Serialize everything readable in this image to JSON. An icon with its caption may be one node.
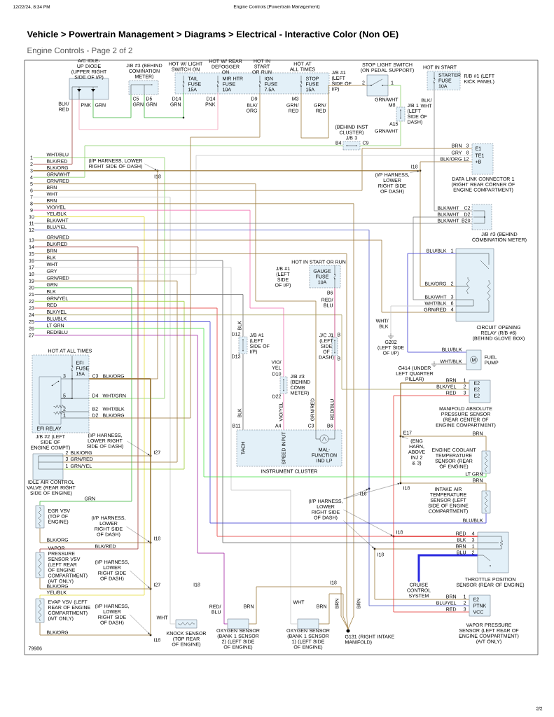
{
  "diagram": {
    "title": "Vehicle > Powertrain Management > Diagrams > Electrical - Interactive Color (Non OE)",
    "nodes": [
      {
        "text": [
          "A/C IDLE-UP DIODE (UPPER RIGHT SIDE OF I/P)"
        ]
      },
      {
        "text": [
          "J/B #3 (BEHIND COMINATION METER)"
        ]
      },
      {
        "text": [
          "J/B #1 (LEFT SIDE OF I/P)"
        ]
      },
      {
        "text": [
          "TAIL FUSE 15A"
        ],
        "in": 2
      },
      {
        "text": [
          "MIR HTR FUSE 10A"
        ],
        "in": 2
      },
      {
        "text": [
          "IGN FUSE 7.5A"
        ],
        "in": 2
      },
      {
        "text": [
          "STOP FUSE 15A"
        ],
        "in": 2
      },
      {
        "text": [
          "STOP LIGHT SWITCH (ON PEDAL SUPPORT)"
        ]
      },
      {
        "text": [
          "J/B 1 (LEFT SIDE OF DASH)"
        ]
      },
      {
        "text": [
          "R/B #1 (LEFT KICK PANEL)"
        ]
      },
      {
        "text": [
          "STARTER FUSE 10A"
        ],
        "in": 9
      },
      {
        "text": [
          "(BEHIND INST CLUSTER) J/B 3"
        ]
      },
      {
        "text": [
          "E1",
          "TE1",
          "+B",
          "DATA LINK CONNECTOR 1 (RIGHT REAR CORNER OF ENGINE COMPARTMENT)"
        ]
      },
      {
        "text": [
          "J/B #3 (BEHIND COMBINATION METER)"
        ]
      },
      {
        "text": [
          "CIRCUIT OPENING RELAY (R/B #6) (BEHIND GLOVE BOX)"
        ]
      },
      {
        "text": [
          "M"
        ],
        "beside": [
          "FUEL PUMP"
        ]
      },
      {
        "text": [
          "G202 (LEFT SIDE OF I/P)"
        ]
      },
      {
        "text": [
          "G414 (UNDER LEFT QUARTER PILLAR)"
        ]
      },
      {
        "text": [
          "HOT IN START OR RUN",
          "GAUGE FUSE 10A"
        ],
        "beside": [
          "J/B #1 (LEFT SIDE OF I/P)"
        ]
      },
      {
        "text": [
          "J/C J1 (LEFT SIDE OF DASH)"
        ]
      },
      {
        "text": [
          "J/B #1 (LEFT SIDE OF I/P)"
        ]
      },
      {
        "text": [
          "J/B #3 (BEHIND COMB METER)"
        ]
      },
      {
        "text": [
          "TACH",
          "SPEED INPUT",
          "MAL-FUNCTION IND LP",
          "INSTRUMENT CLUSTER"
        ]
      },
      {
        "text": [
          "E2",
          "E2",
          "E2",
          "MANIFOLD ABSOLUTE PRESSURE SENSOR (REAR CENTER OF ENGINE COMPARTMENT)"
        ]
      },
      {
        "text": [
          "ENGINE COOLANT TEMPERATURE SENSOR (REAR OF ENGINE)"
        ]
      },
      {
        "text": [
          "INTAKE AIR TEMPERATURE SENSOR (LEFT SIDE OF ENGINE COMPARTMENT)"
        ]
      },
      {
        "text": [
          "THROTTLE POSITION SENSOR (REAR OF ENGINE)"
        ]
      },
      {
        "text": [
          "CRUISE CONTROL SYSTEM"
        ]
      },
      {
        "text": [
          "E2",
          "PTNK",
          "VCC",
          "VAPOR PRESSURE SENSOR (LEFT REAR OF ENGINE COMPARTMENT) (A/T ONLY)"
        ]
      },
      {
        "text": [
          "HOT AT ALL TIMES",
          "J/B #2 (LEFT SIDE OF ENGINE COMPT)"
        ]
      },
      {
        "text": [
          "EFI FUSE 15A"
        ],
        "in": 29
      },
      {
        "text": [
          "EFI RELAY"
        ],
        "in": 29
      },
      {
        "text": [
          "IDLE AIR CONTROL VALVE (REAR RIGHT SIDE OF ENGINE)"
        ]
      },
      {
        "text": [
          "EGR VSV (TOP OF ENGINE)"
        ]
      },
      {
        "text": [
          "VAPOR PRESSURE SENSOR VSV (LEFT REAR OF ENGINE COMPARTMENT) (A/T ONLY)"
        ]
      },
      {
        "text": [
          "EVAP VSV (LEFT REAR OF ENGINE COMPARTMENT) (A/T ONLY)"
        ]
      },
      {
        "text": [
          "KNOCK SENSOR (TOP REAR OF ENGINE)"
        ]
      },
      {
        "text": [
          "OXYGEN SENSOR (BANK 1 SENSOR 2) (LEFT SIDE OF ENGINE)"
        ]
      },
      {
        "text": [
          "OXYGEN SENSOR (BANK 1 SENSOR 1) (LEFT SIDE OF ENGINE)"
        ]
      },
      {
        "text": [
          "G131 (RIGHT INTAKE MANIFOLD)"
        ]
      },
      {
        "text": [
          "1",
          "WHT/BLU"
        ]
      },
      {
        "text": [
          "2",
          "BLK/RED"
        ]
      },
      {
        "text": [
          "3",
          "BLK/ORG"
        ]
      },
      {
        "text": [
          "4",
          "GRN/WHT"
        ]
      },
      {
        "text": [
          "5",
          "GRN/RED"
        ]
      },
      {
        "text": [
          "6",
          "BRN"
        ]
      },
      {
        "text": [
          "7",
          "WHT"
        ]
      },
      {
        "text": [
          "8",
          "BRN"
        ]
      },
      {
        "text": [
          "9",
          "VIO/YEL"
        ]
      },
      {
        "text": [
          "10",
          "YEL/BLK"
        ]
      },
      {
        "text": [
          "11",
          "BLK/WHT"
        ]
      },
      {
        "text": [
          "12",
          "BLU/YEL"
        ]
      },
      {
        "text": [
          "13",
          "GRN/RED"
        ]
      },
      {
        "text": [
          "14",
          "BLK/RED"
        ]
      },
      {
        "text": [
          "15",
          "BRN"
        ]
      },
      {
        "text": [
          "16",
          "BLK"
        ]
      },
      {
        "text": [
          "17",
          "WHT"
        ]
      },
      {
        "text": [
          "18",
          "GRY"
        ]
      },
      {
        "text": [
          "19",
          "GRN/RED"
        ]
      },
      {
        "text": [
          "20",
          "GRN"
        ]
      },
      {
        "text": [
          "21",
          "BLK"
        ]
      },
      {
        "text": [
          "22",
          "GRN/YEL"
        ]
      },
      {
        "text": [
          "23",
          "RED"
        ]
      },
      {
        "text": [
          "24",
          "BLK/YEL"
        ]
      },
      {
        "text": [
          "25",
          "BLU/BLK"
        ]
      },
      {
        "text": [
          "26",
          "LT GRN"
        ]
      },
      {
        "text": [
          "27",
          "RED/BLU"
        ]
      },
      {
        "text": [
          "(I/P HARNESS, LOWER RIGHT SIDE OF DASH)"
        ]
      },
      {
        "text": [
          "(I/P HARNESS, LOWER RIGHT SIDE OF DASH)"
        ]
      },
      {
        "text": [
          "(I/P HARNESS, LOWER RIGHT SIDE OF DASH)"
        ]
      },
      {
        "text": [
          "(I/P HARNESS, LOWER RIGHT SIDE OF DASH)"
        ]
      },
      {
        "text": [
          "(I/P HARNESS, LOWER RIGHT SIDE OF DASH)"
        ]
      },
      {
        "text": [
          "(I/P HARNESS, LOWER RIGHT SIDE OF DASH)"
        ]
      },
      {
        "text": [
          "(ENG HARN, ABOVE INJ 2 & 3)"
        ]
      },
      {
        "text": [
          "(I/P HARNESS, LOWER RIGHT SIDE OF DASH)"
        ]
      },
      {
        "text": [
          "I18"
        ]
      },
      {
        "text": [
          "I18"
        ]
      },
      {
        "text": [
          "I27"
        ]
      },
      {
        "text": [
          "I18"
        ]
      },
      {
        "text": [
          "I27"
        ]
      },
      {
        "text": [
          "I18"
        ]
      },
      {
        "text": [
          "E17"
        ]
      },
      {
        "text": [
          "I18"
        ]
      },
      {
        "text": [
          "I18"
        ]
      },
      {
        "text": [
          "I18"
        ]
      },
      {
        "text": [
          "I18"
        ]
      }
    ],
    "edges": [
      {
        "from": 40,
        "to": 29,
        "arrow": "none",
        "color": "#8ccf6a"
      },
      {
        "from": 41,
        "to": 0,
        "arrow": "none",
        "color": "#a0403a"
      },
      {
        "from": 42,
        "to": 12,
        "arrow": "none"
      },
      {
        "from": 42,
        "to": 29,
        "arrow": "none"
      },
      {
        "from": 43,
        "to": 11,
        "arrow": "none",
        "color": "#8ccf6a"
      },
      {
        "from": 11,
        "to": 8,
        "arrow": "none",
        "color": "#8ccf6a"
      },
      {
        "from": 8,
        "to": 7,
        "arrow": "none",
        "color": "#8ccf6a"
      },
      {
        "from": 44,
        "to": 22,
        "arrow": "none"
      },
      {
        "from": 6,
        "to": 7,
        "arrow": "none"
      },
      {
        "from": 45,
        "to": 12,
        "arrow": "none"
      },
      {
        "from": 46,
        "to": 36,
        "arrow": "none",
        "color": "#c8c8c8"
      },
      {
        "from": 47,
        "to": 39,
        "arrow": "none"
      },
      {
        "from": 48,
        "to": 21,
        "arrow": "none",
        "color": "#f06fb0"
      },
      {
        "from": 21,
        "to": 22,
        "arrow": "none",
        "color": "#f06fb0"
      },
      {
        "from": 49,
        "to": 35,
        "arrow": "none",
        "color": "#e6dc3c"
      },
      {
        "from": 50,
        "to": 13,
        "arrow": "none",
        "color": "#808080"
      },
      {
        "from": 51,
        "to": 28,
        "arrow": "none",
        "color": "#5560c8"
      },
      {
        "from": 52,
        "to": 14,
        "arrow": "none"
      },
      {
        "from": 53,
        "to": 34,
        "arrow": "none",
        "color": "#a0403a"
      },
      {
        "from": 54,
        "to": 39,
        "arrow": "none"
      },
      {
        "from": 55,
        "to": 26,
        "arrow": "none",
        "color": "#666666"
      },
      {
        "from": 56,
        "to": 38,
        "arrow": "none",
        "color": "#c8c8c8"
      },
      {
        "from": 57,
        "to": 12,
        "arrow": "none",
        "color": "#c8c8c8"
      },
      {
        "from": 58,
        "to": 32,
        "arrow": "none"
      },
      {
        "from": 59,
        "to": 33,
        "arrow": "none",
        "color": "#3cb43c"
      },
      {
        "from": 60,
        "to": 20,
        "arrow": "none",
        "color": "#666666"
      },
      {
        "from": 20,
        "to": 22,
        "arrow": "none",
        "color": "#666666"
      },
      {
        "from": 61,
        "to": 32,
        "arrow": "none",
        "color": "#9acd32"
      },
      {
        "from": 62,
        "to": 26,
        "arrow": "none",
        "color": "#e53935"
      },
      {
        "from": 63,
        "to": 23,
        "arrow": "none",
        "color": "#a8a060"
      },
      {
        "from": 64,
        "to": 25,
        "arrow": "none",
        "color": "#3a3ad0"
      },
      {
        "from": 65,
        "to": 24,
        "arrow": "none",
        "color": "#4de04d"
      },
      {
        "from": 66,
        "to": 37,
        "arrow": "none",
        "color": "#a020a0"
      },
      {
        "from": 18,
        "to": 19,
        "arrow": "none",
        "color": "#c03070"
      },
      {
        "from": 19,
        "to": 22,
        "arrow": "none",
        "color": "#c03070"
      },
      {
        "from": 0,
        "to": 4,
        "arrow": "none",
        "color": "#f4a0b8"
      },
      {
        "from": 0,
        "to": 1,
        "arrow": "none",
        "color": "#3cb43c"
      },
      {
        "from": 1,
        "to": 3,
        "arrow": "none",
        "color": "#3cb43c"
      },
      {
        "from": 5,
        "to": 29,
        "arrow": "none"
      },
      {
        "from": 29,
        "to": 32,
        "arrow": "none"
      },
      {
        "from": 29,
        "to": 33,
        "arrow": "none"
      },
      {
        "from": 29,
        "to": 34,
        "arrow": "none"
      },
      {
        "from": 29,
        "to": 35,
        "arrow": "none"
      },
      {
        "from": 10,
        "to": 13,
        "arrow": "none",
        "color": "#808080"
      },
      {
        "from": 13,
        "to": 14,
        "arrow": "none",
        "color": "#808080"
      },
      {
        "from": 42,
        "to": 14,
        "arrow": "none"
      },
      {
        "from": 14,
        "to": 15,
        "arrow": "none",
        "color": "#3a3ad0"
      },
      {
        "from": 14,
        "to": 16,
        "arrow": "none",
        "color": "#c8c8c8"
      },
      {
        "from": 15,
        "to": 17,
        "arrow": "none",
        "color": "#808080"
      },
      {
        "from": 26,
        "to": 27,
        "arrow": "to",
        "style": "thick",
        "color": "#2a2ae0"
      },
      {
        "from": 23,
        "to": 24,
        "arrow": "none"
      },
      {
        "from": 25,
        "to": 23,
        "arrow": "none"
      },
      {
        "from": 26,
        "to": 28,
        "arrow": "none"
      },
      {
        "from": 26,
        "to": 28,
        "arrow": "none",
        "color": "#e53935"
      },
      {
        "from": 26,
        "to": 23,
        "arrow": "none",
        "color": "#e53935"
      },
      {
        "from": 37,
        "to": 39,
        "arrow": "none"
      },
      {
        "from": 38,
        "to": 39,
        "arrow": "none"
      },
      {
        "from": 67,
        "to": 75,
        "arrow": "to",
        "color": "#000000"
      },
      {
        "from": 68,
        "to": 76,
        "arrow": "to",
        "color": "#000000"
      },
      {
        "from": 69,
        "to": 77,
        "arrow": "to",
        "color": "#000000"
      },
      {
        "from": 70,
        "to": 78,
        "arrow": "to",
        "color": "#000000"
      },
      {
        "from": 71,
        "to": 79,
        "arrow": "to",
        "color": "#000000"
      },
      {
        "from": 72,
        "to": 80,
        "arrow": "to",
        "color": "#000000"
      },
      {
        "from": 73,
        "to": 81,
        "arrow": "to",
        "color": "#000000"
      },
      {
        "from": 74,
        "to": 82,
        "arrow": "to",
        "color": "#000000"
      },
      {
        "from": 74,
        "to": 83,
        "arrow": "to",
        "color": "#000000"
      },
      {
        "from": 74,
        "to": 84,
        "arrow": "to",
        "color": "#000000"
      },
      {
        "from": 74,
        "to": 85,
        "arrow": "to",
        "color": "#000000"
      },
      {
        "from": 30,
        "to": 31,
        "arrow": "none",
        "color": "#000000"
      }
    ],
    "labels": [
      "12/22/24, 8:34 PM",
      "Engine Controls (Powertrain Management)",
      "Engine Controls - Page 2 of 2",
      "BLK/ RED",
      "PNK",
      "GRN",
      "C5",
      "GRN",
      "D5",
      "GRN",
      "D14",
      "GRN",
      "D14",
      "PNK",
      "D9",
      "BLK/ ORG",
      "M3",
      "GRN/ RED",
      "GRN/ RED",
      "2",
      "1",
      "GRN/WHT",
      "M8",
      "A15",
      "GRN/WHT",
      "BLK/ WHT",
      "B4",
      "C9",
      "BRN",
      "3",
      "GRY",
      "8",
      "BLK/ORG",
      "12",
      "BLK/WHT",
      "C2",
      "BLK/WHT",
      "D2",
      "BLK/WHT",
      "B20",
      "BLU/BLK",
      "1",
      "BLK/ORG",
      "2",
      "BLK/WHT",
      "3",
      "WHT/BLK",
      "6",
      "GRN/RED",
      "4",
      "WHT/ BLK",
      "BLU/BLK",
      "WHT/BLK",
      "BRN",
      "1",
      "BLK/YEL",
      "2",
      "RED",
      "3",
      "BRN",
      "LT GRN",
      "BRN",
      "BLU/BLK",
      "RED",
      "4",
      "BLK",
      "3",
      "BRN",
      "1",
      "BLU",
      "2",
      "BRN",
      "1",
      "BLU/YEL",
      "2",
      "RED",
      "3",
      "B6",
      "RED/ BLU",
      "B",
      "B",
      "C3",
      "B6",
      "GRN/RED",
      "RED/BLU",
      "BLK",
      "D12",
      "D13",
      "VIO/ YEL",
      "D10",
      "D22",
      "BLK",
      "B11",
      "VIO/YEL",
      "A4",
      "3",
      "5",
      "2",
      "1",
      "C3",
      "BLK/ORG",
      "D4",
      "WHT/GRN",
      "B2",
      "WHT/BLK",
      "D2",
      "BLK/ORG",
      "2",
      "BLK/ORG",
      "3",
      "GRN/RED",
      "1",
      "GRN/YEL",
      "GRN",
      "BLK/ORG",
      "BLK/RED",
      "BLK/ORG",
      "YEL/BLK",
      "BLK/ORG",
      "I18",
      "WHT",
      "RED/ BLU",
      "BRN",
      "WHT",
      "BRN",
      "BRN",
      "BRN",
      "I18",
      "79986",
      "2/2",
      "HOT W/ LIGHT SWITCH ON",
      "HOT W/ REAR DEFOGGER ON",
      "HOT IN START OR RUN",
      "HOT AT ALL TIMES",
      "HOT IN START"
    ]
  }
}
